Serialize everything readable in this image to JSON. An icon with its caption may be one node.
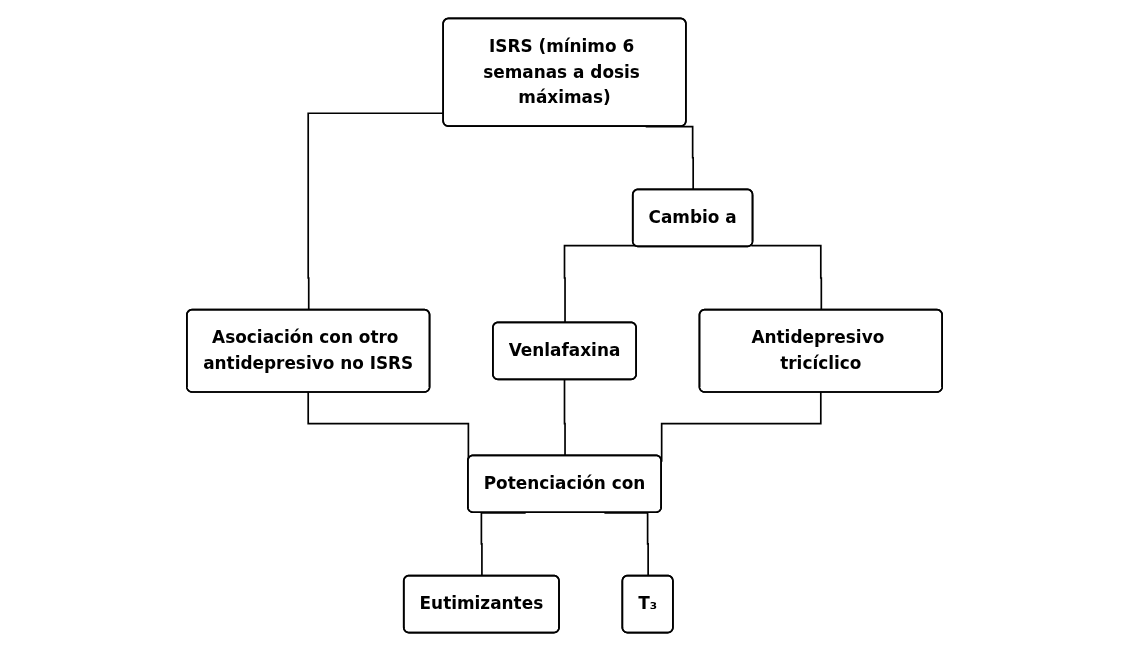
{
  "diagram": {
    "nodes": [
      {
        "text": [
          "ISRS (mínimo 6 semanas a dosis máximas)"
        ]
      },
      {
        "text": [
          "Asociación con otro antidepresivo no ISRS"
        ]
      },
      {
        "text": [
          "Cambio a"
        ]
      },
      {
        "text": [
          "Venlafaxina"
        ]
      },
      {
        "text": [
          "Antidepresivo tricíclico"
        ]
      },
      {
        "text": [
          "Potenciación con"
        ]
      },
      {
        "text": [
          "Eutimizantes"
        ]
      },
      {
        "text": [
          "T₃"
        ]
      }
    ],
    "edges": [
      {
        "from": 0,
        "to": 1,
        "arrow": "none"
      },
      {
        "from": 0,
        "to": 2,
        "arrow": "none"
      },
      {
        "from": 2,
        "to": 3,
        "arrow": "none"
      },
      {
        "from": 2,
        "to": 4,
        "arrow": "none"
      },
      {
        "from": 1,
        "to": 5,
        "arrow": "none"
      },
      {
        "from": 3,
        "to": 5,
        "arrow": "none"
      },
      {
        "from": 4,
        "to": 5,
        "arrow": "none"
      },
      {
        "from": 5,
        "to": 6,
        "arrow": "none"
      },
      {
        "from": 5,
        "to": 7,
        "arrow": "none"
      }
    ]
  }
}
